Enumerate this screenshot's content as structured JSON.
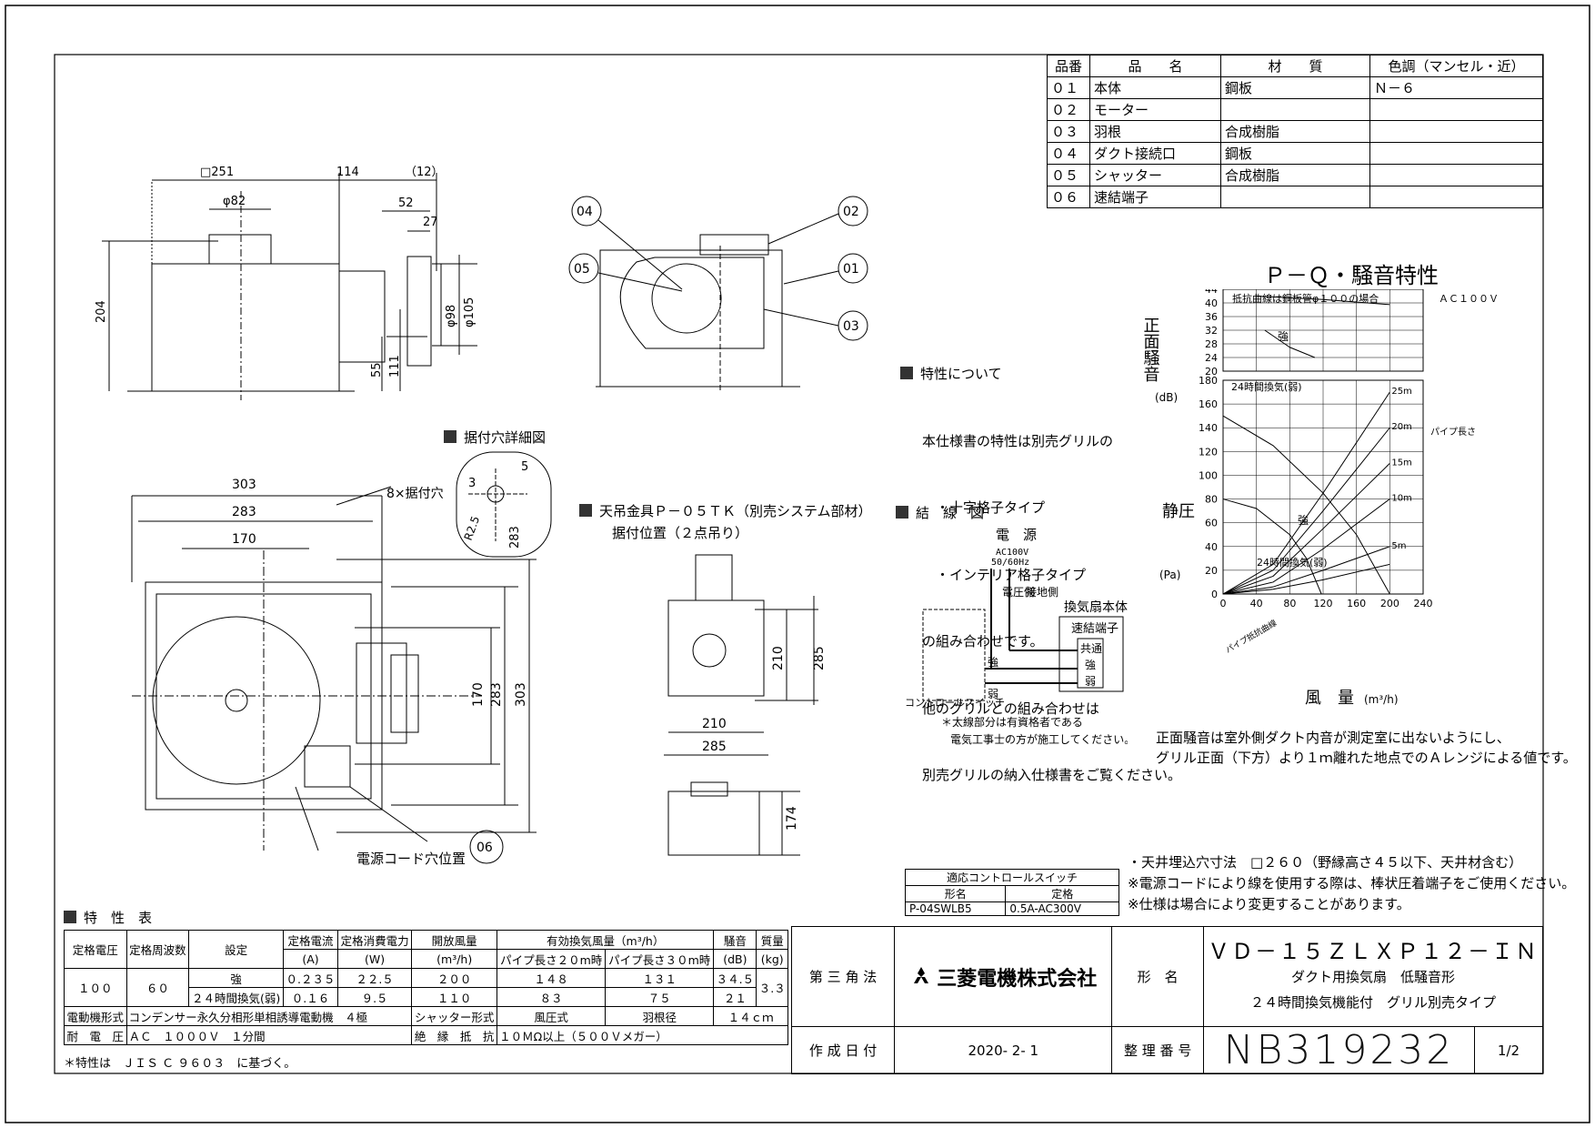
{
  "parts_table": {
    "headers": [
      "品番",
      "品　　名",
      "材　　質",
      "色調（マンセル・近）"
    ],
    "rows": [
      [
        "０１",
        "本体",
        "鋼板",
        "Ｎ－６"
      ],
      [
        "０２",
        "モーター",
        "",
        ""
      ],
      [
        "０３",
        "羽根",
        "合成樹脂",
        ""
      ],
      [
        "０４",
        "ダクト接続口",
        "鋼板",
        ""
      ],
      [
        "０５",
        "シャッター",
        "合成樹脂",
        ""
      ],
      [
        "０６",
        "速結端子",
        "",
        ""
      ]
    ]
  },
  "front_view": {
    "dims": [
      "□251",
      "114",
      "（12）",
      "φ82",
      "52",
      "27",
      "204",
      "φ98",
      "φ105",
      "55",
      "111"
    ]
  },
  "side_callouts": [
    "04",
    "05",
    "02",
    "01",
    "03"
  ],
  "notes": {
    "title": "特性について",
    "lines": [
      "本仕様書の特性は別売グリルの",
      "　・十字格子タイプ",
      "　・インテリア格子タイプ",
      "の組み合わせです。",
      "他のグリルとの組み合わせは",
      "別売グリルの納入仕様書をご覧ください。"
    ]
  },
  "mount_detail": {
    "title": "据付穴詳細図",
    "dims": [
      "5",
      "3",
      "R2.5",
      "283"
    ]
  },
  "bottom_view": {
    "dims": [
      "303",
      "283",
      "170",
      "170",
      "283",
      "303"
    ],
    "hole_label": "8×据付穴",
    "cord_label": "電源コード穴位置",
    "callout": "06"
  },
  "hanger": {
    "title": "天吊金具Ｐ－０５ＴＫ（別売システム部材）",
    "subtitle": "据付位置（２点吊り）",
    "dims": [
      "210",
      "285",
      "210",
      "285",
      "174"
    ]
  },
  "wiring": {
    "title": "結　線　図",
    "power": "電　源",
    "ac": "AC100V",
    "hz": "50/60Hz",
    "line_side": "電圧側",
    "ground_side": "接地側",
    "fan_body": "換気扇本体",
    "terminal": "速結端子",
    "terms": [
      "共通",
      "強",
      "弱"
    ],
    "sw_strong": "強",
    "sw_weak": "弱",
    "switch_label": "コントロールスイッチ",
    "note1": "＊太線部分は有資格者である",
    "note2": "電気工事士の方が施工してください。"
  },
  "chart": {
    "title": "Ｐ－Ｑ・騒音特性",
    "subtitle": "抵抗曲線は鋼板管φ１００の場合",
    "ac": "ＡＣ１００Ｖ",
    "noise_label": "正面騒音",
    "noise_unit": "(dB)",
    "pressure_label": "静圧",
    "pressure_unit": "(Pa)",
    "xlabel": "風　量",
    "xunit": "(m³/h)",
    "pipe_label": "パイプ長さ",
    "resist_label": "パイプ抵抗曲線",
    "label_strong": "強",
    "label_weak": "24時間換気(弱)",
    "note1": "正面騒音は室外側ダクト内音が測定室に出ないようにし、",
    "note2": "グリル正面（下方）より１ｍ離れた地点でのＡレンジによる値です。"
  },
  "chart_data": [
    {
      "type": "line",
      "ylim": [
        20,
        44
      ],
      "y_ticks": [
        "44",
        "40",
        "36",
        "32",
        "28",
        "24",
        "20"
      ],
      "xlim": [
        0,
        240
      ],
      "series": [
        {
          "name": "強",
          "x": [
            40,
            120,
            200
          ],
          "y": [
            42,
            41,
            39.5
          ]
        },
        {
          "name": "24時間換気(弱)",
          "x": [
            50,
            80,
            110
          ],
          "y": [
            32,
            27,
            24
          ]
        }
      ]
    },
    {
      "type": "line",
      "xlim": [
        0,
        240
      ],
      "ylim": [
        0,
        180
      ],
      "x_ticks": [
        "0",
        "40",
        "80",
        "120",
        "160",
        "200",
        "240"
      ],
      "y_ticks": [
        "180",
        "160",
        "140",
        "120",
        "100",
        "80",
        "60",
        "40",
        "20",
        "0"
      ],
      "series": [
        {
          "name": "強",
          "x": [
            0,
            60,
            120,
            160,
            200
          ],
          "y": [
            150,
            125,
            85,
            50,
            0
          ]
        },
        {
          "name": "24時間換気(弱)",
          "x": [
            0,
            40,
            80,
            100,
            118
          ],
          "y": [
            80,
            72,
            50,
            30,
            0
          ]
        },
        {
          "name": "25m",
          "x": [
            0,
            60,
            120,
            200
          ],
          "y": [
            0,
            25,
            85,
            170
          ]
        },
        {
          "name": "20m",
          "x": [
            0,
            60,
            120,
            200
          ],
          "y": [
            0,
            20,
            70,
            140
          ]
        },
        {
          "name": "15m",
          "x": [
            0,
            60,
            120,
            200
          ],
          "y": [
            0,
            15,
            55,
            110
          ]
        },
        {
          "name": "10m",
          "x": [
            0,
            60,
            120,
            200
          ],
          "y": [
            0,
            10,
            38,
            80
          ]
        },
        {
          "name": "5m",
          "x": [
            0,
            60,
            120,
            200
          ],
          "y": [
            0,
            6,
            20,
            40
          ]
        },
        {
          "name": "パイプ抵抗曲線",
          "x": [
            0,
            60,
            120,
            200
          ],
          "y": [
            0,
            4,
            12,
            25
          ]
        }
      ],
      "pipe_labels": [
        "25m",
        "20m",
        "15m",
        "10m",
        "5m"
      ]
    }
  ],
  "switch_table": {
    "title": "適応コントロールスイッチ",
    "headers": [
      "形名",
      "定格"
    ],
    "row": [
      "P-04SWLB5",
      "0.5A-AC300V"
    ]
  },
  "install_notes": [
    "・天井埋込穴寸法　□２６０（野縁高さ４５以下、天井材含む）",
    "※電源コードにより線を使用する際は、棒状圧着端子をご使用ください。",
    "※仕様は場合により変更することがあります。"
  ],
  "spec": {
    "title": "特　性　表",
    "h_voltage": "定格電圧",
    "h_voltage_u": "(V)",
    "h_freq": "定格周波数",
    "h_freq_u": "(Hz)",
    "h_setting": "設定",
    "h_current": "定格電流",
    "h_current_u": "(A)",
    "h_power": "定格消費電力",
    "h_power_u": "(W)",
    "h_open": "開放風量",
    "h_open_u": "(m³/h)",
    "h_eff": "有効換気風量（m³/h）",
    "h_pipe20": "パイプ長さ２０m時",
    "h_pipe30": "パイプ長さ３０m時",
    "h_noise": "騒音",
    "h_noise_u": "(dB)",
    "h_mass": "質量",
    "h_mass_u": "(kg)",
    "voltage": "１００",
    "freq": "６０",
    "mass": "３.３",
    "rows": [
      [
        "強",
        "０.２３５",
        "２２.５",
        "２００",
        "１４８",
        "１３１",
        "３４.５"
      ],
      [
        "２４時間換気(弱)",
        "０.１６",
        "９.５",
        "１１０",
        "８３",
        "７５",
        "２１"
      ]
    ],
    "motor_label": "電動機形式",
    "motor": "コンデンサー永久分相形単相誘導電動機　４極",
    "shutter_label": "シャッター形式",
    "shutter": "風圧式",
    "blade_label": "羽根径",
    "blade": "１４ｃｍ",
    "withstand_label": "耐　電　圧",
    "withstand": "ＡＣ　１０００Ｖ　１分間",
    "insulation_label": "絶　縁　抵　抗",
    "insulation": "１０ＭΩ以上（５００Ｖメガー）",
    "footnote": "＊特性は　ＪＩＳ Ｃ ９６０３　に基づく。"
  },
  "title_block": {
    "projection": "第 三 角 法",
    "company": "三菱電機株式会社",
    "name_label": "形　名",
    "model": "ＶＤ－１５ＺＬＸＰ１２－ＩＮ",
    "desc1": "ダクト用換気扇　低騒音形",
    "desc2": "２４時間換気機能付　グリル別売タイプ",
    "date_label": "作 成 日 付",
    "date": "2020- 2- 1",
    "number_label": "整 理 番 号",
    "number": "NB319232",
    "page": "1/2"
  }
}
